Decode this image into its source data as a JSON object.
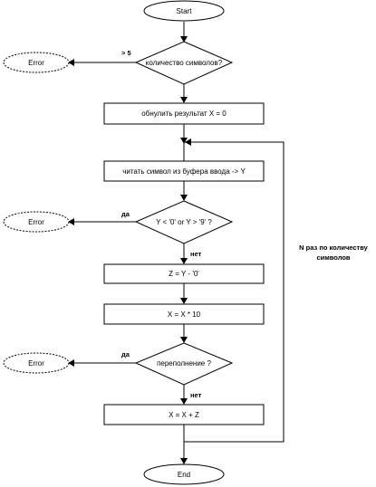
{
  "diagram": {
    "nodes": {
      "start": "Start",
      "check_length": "количество символов?",
      "error_length": "Error",
      "reset": "обнулить результат X = 0",
      "read_char": "читать символ из буфера ввода -> Y",
      "check_digit": "Y < '0' or Y > '9' ?",
      "error_digit": "Error",
      "to_digit": "Z = Y - '0'",
      "multiply": "X = X * 10",
      "check_overflow": "переполнение ?",
      "error_overflow": "Error",
      "add": "X = X + Z",
      "end": "End"
    },
    "edge_labels": {
      "length_too_long": "> 5",
      "digit_yes": "да",
      "digit_no": "нет",
      "overflow_yes": "да",
      "overflow_no": "нет"
    },
    "loop_note": {
      "line1": "N раз по количеству",
      "line2": "символов"
    }
  }
}
